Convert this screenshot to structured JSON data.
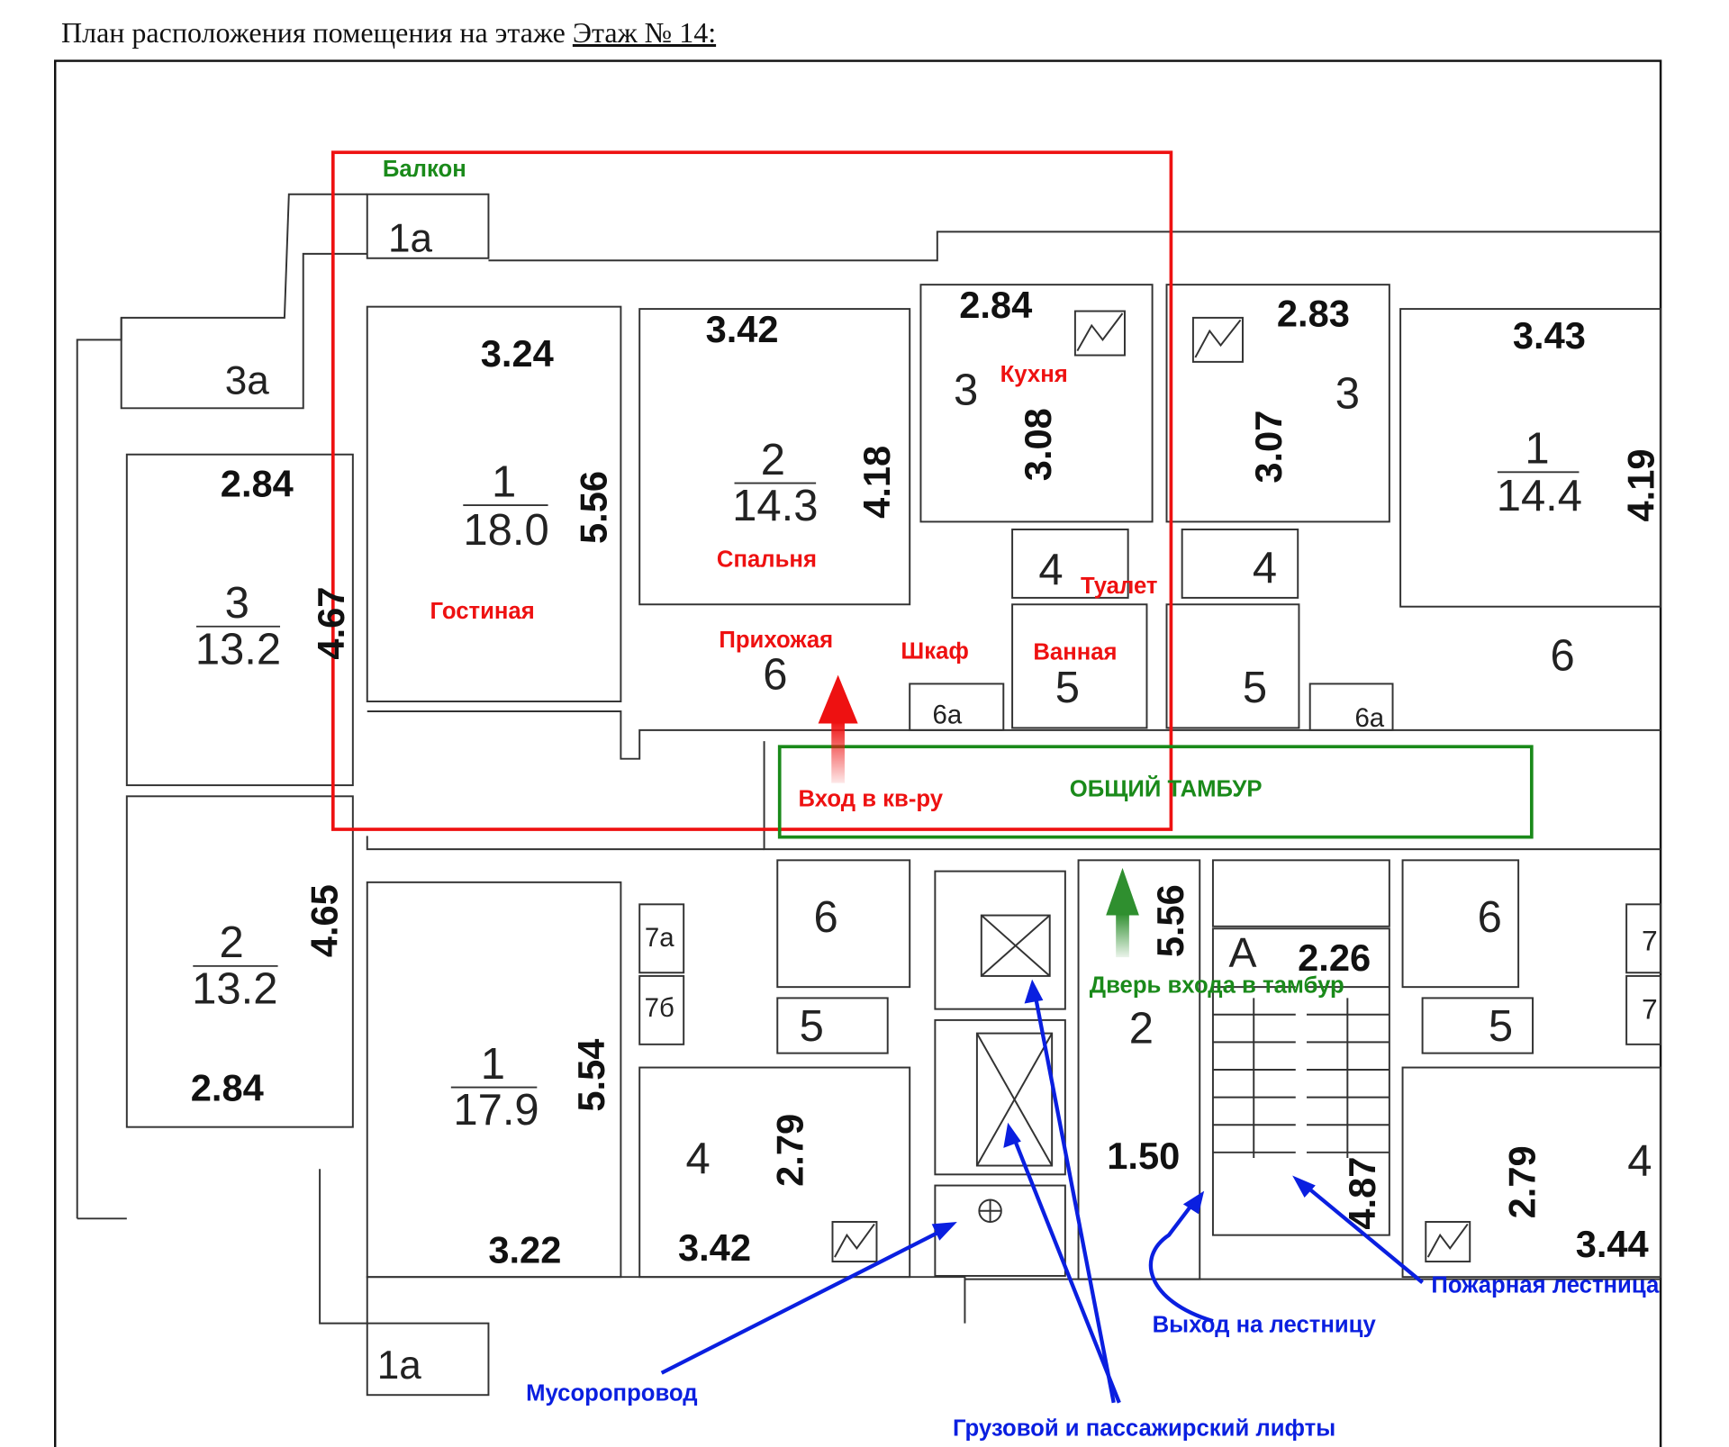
{
  "header": {
    "title_prefix": "План расположения помещения на этаже",
    "floor_label": "Этаж № 14:"
  },
  "colors": {
    "apartment_outline": "#ee1111",
    "vestibule_outline": "#1a8a1a",
    "annotation_blue": "#0a1fe0"
  },
  "annotations": {
    "balcony": "Балкон",
    "kitchen": "Кухня",
    "bedroom": "Спальня",
    "living_room": "Гостиная",
    "hallway": "Прихожая",
    "closet": "Шкаф",
    "toilet": "Туалет",
    "bathroom": "Ванная",
    "apartment_entrance": "Вход в кв-ру",
    "common_vestibule": "ОБЩИЙ ТАМБУР",
    "vestibule_door": "Дверь входа в тамбур",
    "garbage_chute": "Мусоропровод",
    "elevators": "Грузовой и пассажирский лифты",
    "stair_exit": "Выход на лестницу",
    "fire_stairs": "Пожарная лестница"
  },
  "rooms": {
    "top_left_3a": "3а",
    "top_1a": "1а",
    "bottom_1a": "1а",
    "left_room3_num": "3",
    "left_room3_area": "13.2",
    "left_room3_w": "2.84",
    "left_room3_h": "4.67",
    "left_room2_num": "2",
    "left_room2_area": "13.2",
    "left_room2_w": "2.84",
    "left_room2_h": "4.65",
    "living_num": "1",
    "living_area": "18.0",
    "living_w": "3.24",
    "living_h": "5.56",
    "bedroom_num": "2",
    "bedroom_area": "14.3",
    "bedroom_w": "3.42",
    "bedroom_h": "4.18",
    "kitchen_num": "3",
    "kitchen_w": "2.84",
    "kitchen_h": "3.08",
    "kitchen2_num": "3",
    "kitchen2_w": "2.83",
    "kitchen2_h": "3.07",
    "right_room1_num": "1",
    "right_room1_area": "14.4",
    "right_room1_w": "3.43",
    "right_room1_h": "4.19",
    "toilet_num": "4",
    "toilet2_num": "4",
    "bath_num": "5",
    "bath2_num": "5",
    "hall_num": "6",
    "hall2_num": "6",
    "closet_num": "6а",
    "closet2_num": "6а",
    "bl_room1_num": "1",
    "bl_room1_area": "17.9",
    "bl_room1_w": "3.22",
    "bl_room1_h": "5.54",
    "store7a": "7а",
    "store7b": "7б",
    "bl_bath_num": "6",
    "bl_wc_num": "5",
    "bl_kitchen_num": "4",
    "bl_kitchen_w": "3.42",
    "bl_kitchen_h": "2.79",
    "lobby_num": "2",
    "lobby_h": "5.56",
    "lobby_w": "1.50",
    "stair_letter": "A",
    "stair_w": "2.26",
    "stair_h": "4.87",
    "br_bath_num": "6",
    "br_wc_num": "5",
    "br_store1": "7",
    "br_store2": "7",
    "br_kitchen_num": "4",
    "br_kitchen_w": "3.44",
    "br_kitchen_h": "2.79"
  }
}
